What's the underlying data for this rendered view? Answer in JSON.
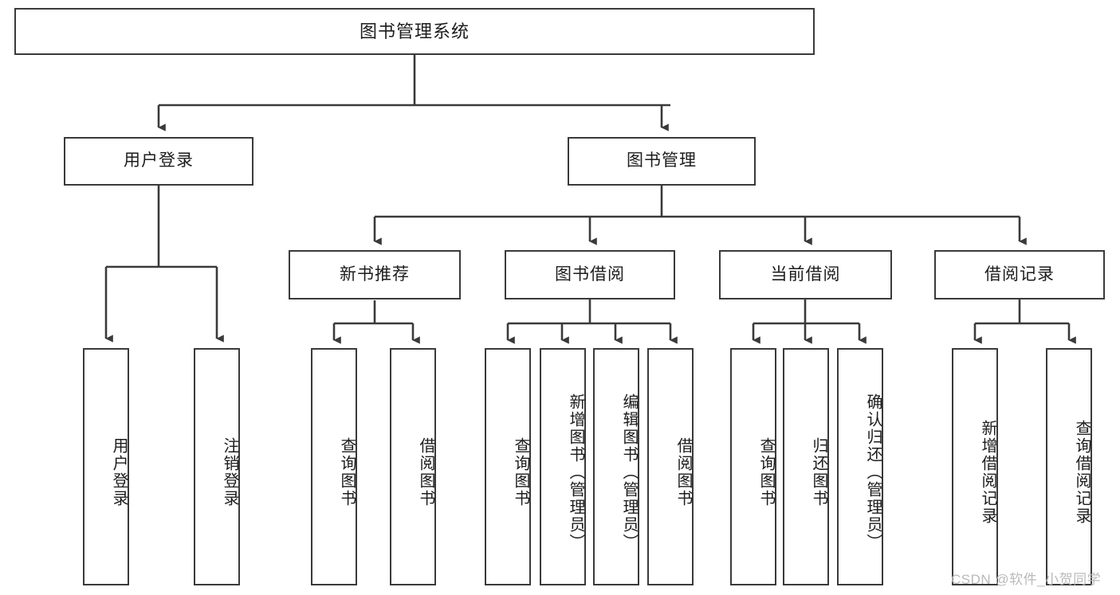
{
  "diagram": {
    "type": "tree",
    "title": "图书管理系统",
    "watermark": "CSDN @软件_小贺同学",
    "colors": {
      "box_border": "#3a3a3a",
      "box_fill": "#ffffff",
      "edge": "#3a3a3a",
      "text": "#1c1c1c",
      "watermark": "#b9b9b9",
      "background": "#ffffff"
    },
    "nodes": {
      "root": {
        "label": "图书管理系统",
        "level": 0
      },
      "user_login": {
        "label": "用户登录",
        "level": 1
      },
      "book_manage": {
        "label": "图书管理",
        "level": 1
      },
      "new_book_rec": {
        "label": "新书推荐",
        "level": 2
      },
      "book_borrow": {
        "label": "图书借阅",
        "level": 2
      },
      "current_borrow": {
        "label": "当前借阅",
        "level": 2
      },
      "borrow_record": {
        "label": "借阅记录",
        "level": 2
      },
      "leaf_user_login": {
        "label": "用户登录",
        "level": 2
      },
      "leaf_logout": {
        "label": "注销登录",
        "level": 2
      },
      "leaf_query_book_1": {
        "label": "查询图书",
        "level": 3
      },
      "leaf_borrow_book_1": {
        "label": "借阅图书",
        "level": 3
      },
      "leaf_query_book_2": {
        "label": "查询图书",
        "level": 3
      },
      "leaf_add_book": {
        "label": "新增图书（管理员）",
        "level": 3
      },
      "leaf_edit_book": {
        "label": "编辑图书（管理员）",
        "level": 3
      },
      "leaf_borrow_book_2": {
        "label": "借阅图书",
        "level": 3
      },
      "leaf_query_book_3": {
        "label": "查询图书",
        "level": 3
      },
      "leaf_return_book": {
        "label": "归还图书",
        "level": 3
      },
      "leaf_confirm_return": {
        "label": "确认归还（管理员）",
        "level": 3
      },
      "leaf_add_record": {
        "label": "新增借阅记录",
        "level": 3
      },
      "leaf_query_record": {
        "label": "查询借阅记录",
        "level": 3
      }
    },
    "edges": [
      {
        "from": "root",
        "to": "user_login"
      },
      {
        "from": "root",
        "to": "book_manage"
      },
      {
        "from": "user_login",
        "to": "leaf_user_login"
      },
      {
        "from": "user_login",
        "to": "leaf_logout"
      },
      {
        "from": "book_manage",
        "to": "new_book_rec"
      },
      {
        "from": "book_manage",
        "to": "book_borrow"
      },
      {
        "from": "book_manage",
        "to": "current_borrow"
      },
      {
        "from": "book_manage",
        "to": "borrow_record"
      },
      {
        "from": "new_book_rec",
        "to": "leaf_query_book_1"
      },
      {
        "from": "new_book_rec",
        "to": "leaf_borrow_book_1"
      },
      {
        "from": "book_borrow",
        "to": "leaf_query_book_2"
      },
      {
        "from": "book_borrow",
        "to": "leaf_add_book"
      },
      {
        "from": "book_borrow",
        "to": "leaf_edit_book"
      },
      {
        "from": "book_borrow",
        "to": "leaf_borrow_book_2"
      },
      {
        "from": "current_borrow",
        "to": "leaf_query_book_3"
      },
      {
        "from": "current_borrow",
        "to": "leaf_return_book"
      },
      {
        "from": "current_borrow",
        "to": "leaf_confirm_return"
      },
      {
        "from": "borrow_record",
        "to": "leaf_add_record"
      },
      {
        "from": "borrow_record",
        "to": "leaf_query_record"
      }
    ]
  }
}
